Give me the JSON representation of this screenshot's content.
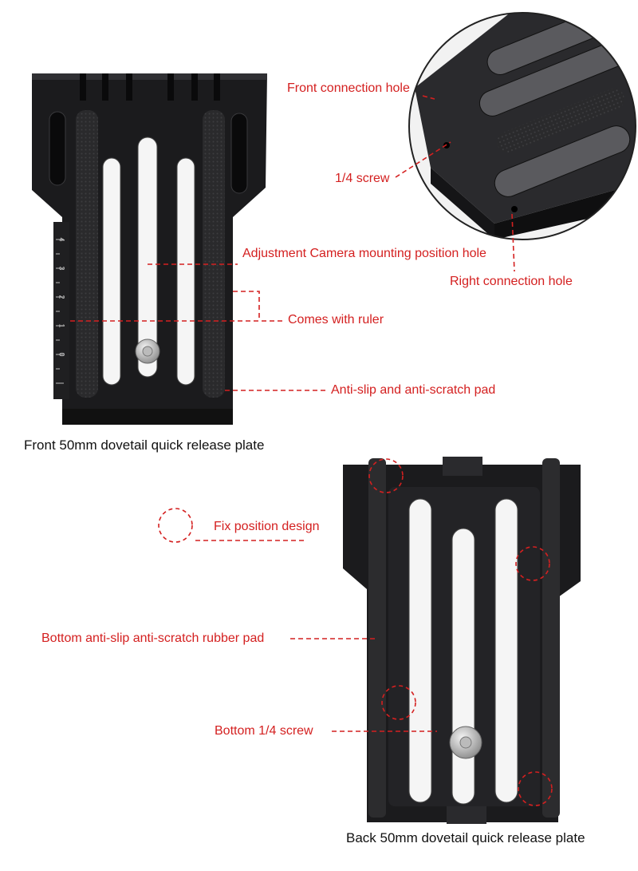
{
  "labels": {
    "front_connection_hole": "Front connection hole",
    "screw_quarter": "1/4 screw",
    "adjustment_hole": "Adjustment Camera mounting position hole",
    "right_connection_hole": "Right connection hole",
    "comes_with_ruler": "Comes with ruler",
    "anti_slip_pad": "Anti-slip and anti-scratch pad",
    "fix_position": "Fix position design",
    "bottom_rubber_pad": "Bottom anti-slip anti-scratch rubber pad",
    "bottom_screw": "Bottom 1/4 screw"
  },
  "captions": {
    "front_plate": "Front 50mm dovetail quick release plate",
    "back_plate": "Back 50mm dovetail quick release plate"
  },
  "ruler": {
    "ticks": [
      "4",
      "3",
      "2",
      "1",
      "0"
    ]
  },
  "colors": {
    "annotation": "#d42020",
    "plate": "#1b1b1d",
    "pad": "#2c2c2e"
  }
}
